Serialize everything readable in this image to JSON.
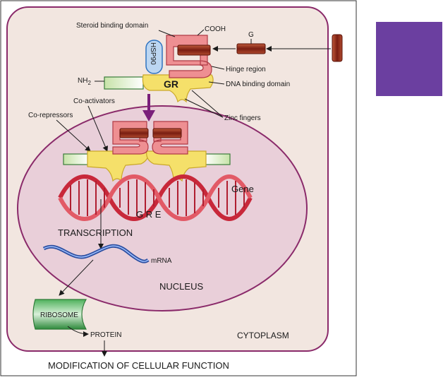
{
  "labels": {
    "steroid_binding_domain": "Steroid binding domain",
    "cooh": "COOH",
    "g": "G",
    "hsp90": "HSP90",
    "hinge_region": "Hinge region",
    "nh2_main": "NH",
    "nh2_sub": "2",
    "gr": "GR",
    "dna_binding_domain": "DNA binding domain",
    "co_activators": "Co-activators",
    "co_repressors": "Co-repressors",
    "zinc_fingers": "Zinc fingers",
    "gene": "Gene",
    "gre": "G R E",
    "transcription": "TRANSCRIPTION",
    "mrna": "mRNA",
    "nucleus": "NUCLEUS",
    "ribosome": "RIBOSOME",
    "protein": "PROTEIN",
    "cytoplasm": "CYTOPLASM",
    "modification": "MODIFICATION OF CELLULAR FUNCTION"
  },
  "colors": {
    "cytoplasm_fill": "#f2e6e0",
    "cell_border": "#8a2a6a",
    "nucleus_fill": "#e9cfd9",
    "nucleus_border": "#8a2a6a",
    "receptor_pink": "#ee8f92",
    "receptor_pink_edge": "#b03a45",
    "hormone_dark": "#8a2418",
    "dna_yellow": "#f5e06a",
    "dna_edge": "#caa82a",
    "nh2_green": "#dff0c8",
    "green_edge": "#3a7d3a",
    "helix_red": "#c8283a",
    "mrna_blue": "#2d4fa0",
    "ribosome_green": "#3c9a4a",
    "hsp90_blue": "#2f73c0",
    "hsp90_fill": "#bcd6f2",
    "arrow_purple": "#7a1f7a",
    "purple_box": "#6b3fa0"
  }
}
